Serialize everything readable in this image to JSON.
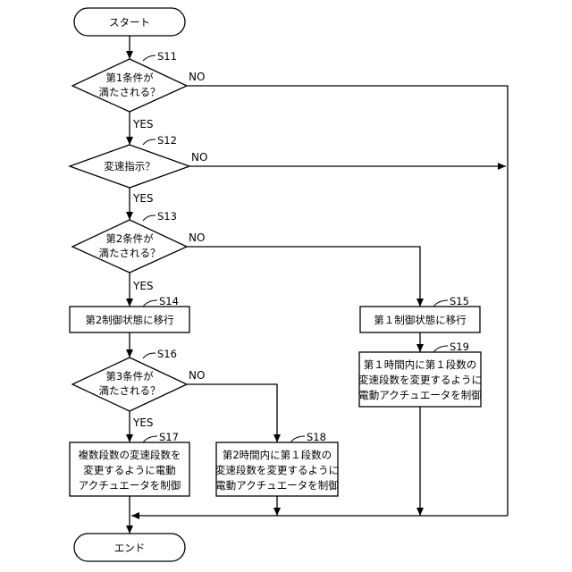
{
  "start": {
    "label": "スタート"
  },
  "end": {
    "label": "エンド"
  },
  "steps": {
    "s11": {
      "id": "S11",
      "lines": [
        "第1条件が",
        "満たされる？"
      ]
    },
    "s12": {
      "id": "S12",
      "lines": [
        "変速指示？"
      ]
    },
    "s13": {
      "id": "S13",
      "lines": [
        "第2条件が",
        "満たされる？"
      ]
    },
    "s14": {
      "id": "S14",
      "lines": [
        "第2制御状態に移行"
      ]
    },
    "s15": {
      "id": "S15",
      "lines": [
        "第１制御状態に移行"
      ]
    },
    "s16": {
      "id": "S16",
      "lines": [
        "第3条件が",
        "満たされる？"
      ]
    },
    "s17": {
      "id": "S17",
      "lines": [
        "複数段数の変速段数を",
        "変更するように電動",
        "アクチュエータを制御"
      ]
    },
    "s18": {
      "id": "S18",
      "lines": [
        "第2時間内に第１段数の",
        "変速段数を変更するように",
        "電動アクチュエータを制御"
      ]
    },
    "s19": {
      "id": "S19",
      "lines": [
        "第１時間内に第１段数の",
        "変速段数を変更するように",
        "電動アクチュエータを制御"
      ]
    }
  },
  "edge_labels": {
    "yes": "YES",
    "no": "NO"
  }
}
